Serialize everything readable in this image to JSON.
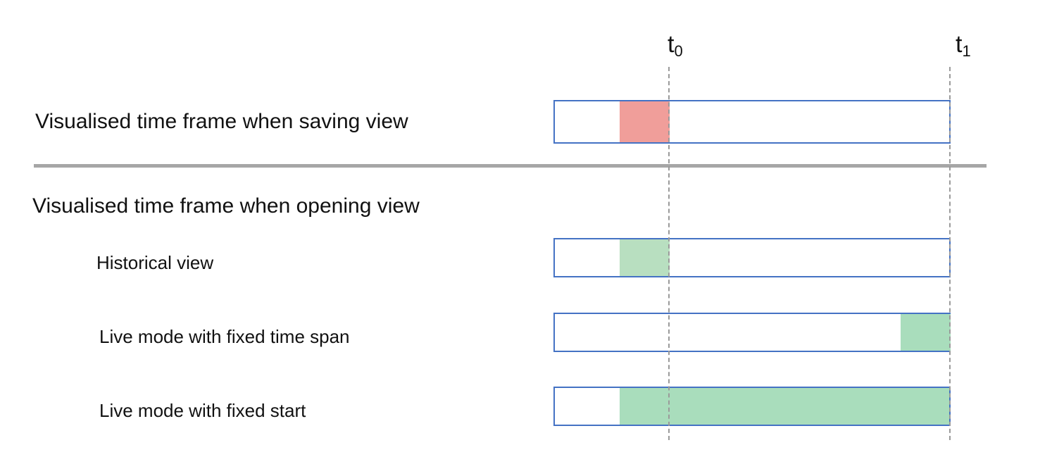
{
  "markers": {
    "t0": {
      "base": "t",
      "sub": "0"
    },
    "t1": {
      "base": "t",
      "sub": "1"
    }
  },
  "sections": {
    "saving_title": "Visualised time frame when saving view",
    "opening_title": "Visualised time frame when opening view"
  },
  "rows": [
    {
      "label": "Historical view",
      "fill_color": "#B8DFC0"
    },
    {
      "label": "Live mode with fixed time span",
      "fill_color": "#A9DDBC"
    },
    {
      "label": "Live mode with fixed start",
      "fill_color": "#A9DDBC"
    }
  ],
  "colors": {
    "saving_fill": "#F09E9A",
    "bar_border": "#4472C4",
    "separator": "#A6A6A6",
    "guide_line": "#9A9A9A"
  }
}
